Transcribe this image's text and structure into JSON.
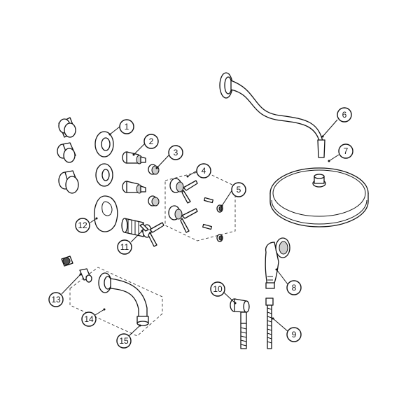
{
  "callouts": [
    {
      "id": "1",
      "label": "1"
    },
    {
      "id": "2",
      "label": "2"
    },
    {
      "id": "3",
      "label": "3"
    },
    {
      "id": "4",
      "label": "4"
    },
    {
      "id": "5",
      "label": "5"
    },
    {
      "id": "6",
      "label": "6"
    },
    {
      "id": "7",
      "label": "7"
    },
    {
      "id": "8",
      "label": "8"
    },
    {
      "id": "9",
      "label": "9"
    },
    {
      "id": "10",
      "label": "10"
    },
    {
      "id": "11",
      "label": "11"
    },
    {
      "id": "12",
      "label": "12"
    },
    {
      "id": "13",
      "label": "13"
    },
    {
      "id": "14",
      "label": "14"
    },
    {
      "id": "15",
      "label": "15"
    }
  ],
  "colors": {
    "line": "#111111",
    "background": "#ffffff",
    "shade": "#cfcfcf"
  }
}
